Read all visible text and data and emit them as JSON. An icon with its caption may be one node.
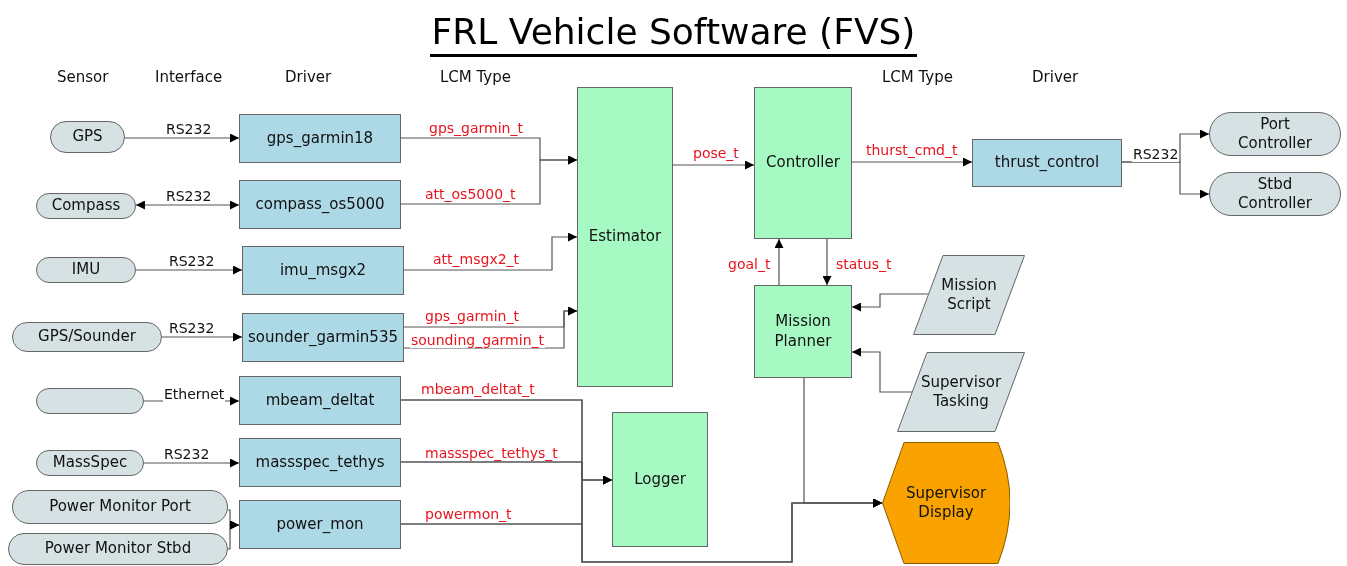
{
  "diagram": {
    "title": "FRL Vehicle Software (FVS)",
    "nodes": [
      {
        "text": [
          "GPS"
        ]
      },
      {
        "text": [
          "Compass"
        ]
      },
      {
        "text": [
          "IMU"
        ]
      },
      {
        "text": [
          "GPS/Sounder"
        ]
      },
      {
        "text": [],
        "shape": "box"
      },
      {
        "text": [
          "MassSpec"
        ]
      },
      {
        "text": [
          "Power Monitor Port"
        ]
      },
      {
        "text": [
          "Power Monitor Stbd"
        ]
      },
      {
        "text": [
          "gps_garmin18"
        ]
      },
      {
        "text": [
          "compass_os5000"
        ]
      },
      {
        "text": [
          "imu_msgx2"
        ]
      },
      {
        "text": [
          "sounder_garmin535"
        ]
      },
      {
        "text": [
          "mbeam_deltat"
        ]
      },
      {
        "text": [
          "massspec_tethys"
        ]
      },
      {
        "text": [
          "power_mon"
        ]
      },
      {
        "text": [
          "Estimator"
        ]
      },
      {
        "text": [
          "Logger"
        ]
      },
      {
        "text": [
          "Controller"
        ]
      },
      {
        "text": [
          "Mission Planner"
        ]
      },
      {
        "text": [
          "thrust_control"
        ]
      },
      {
        "text": [
          "Port Controller"
        ]
      },
      {
        "text": [
          "Stbd Controller"
        ]
      },
      {
        "text": [
          "Mission Script"
        ]
      },
      {
        "text": [
          "Supervisor Tasking"
        ]
      },
      {
        "text": [
          "Supervisor Display"
        ]
      }
    ],
    "edges": [
      {
        "from": 0,
        "to": 8,
        "arrow": "to",
        "label": "RS232"
      },
      {
        "from": 9,
        "to": 1,
        "arrow": "both",
        "label": "RS232"
      },
      {
        "from": 2,
        "to": 10,
        "arrow": "to",
        "label": "RS232"
      },
      {
        "from": 3,
        "to": 11,
        "arrow": "to",
        "label": "RS232"
      },
      {
        "from": 4,
        "to": 12,
        "arrow": "to",
        "label": "Ethernet"
      },
      {
        "from": 5,
        "to": 13,
        "arrow": "to",
        "label": "RS232"
      },
      {
        "from": 6,
        "to": 14,
        "arrow": "to"
      },
      {
        "from": 7,
        "to": 14,
        "arrow": "to"
      },
      {
        "from": 8,
        "to": 15,
        "arrow": "to",
        "label": "gps_garmin_t"
      },
      {
        "from": 9,
        "to": 15,
        "arrow": "to",
        "label": "att_os5000_t"
      },
      {
        "from": 10,
        "to": 15,
        "arrow": "to",
        "label": "att_msgx2_t"
      },
      {
        "from": 11,
        "to": 15,
        "arrow": "to",
        "label": "gps_garmin_t"
      },
      {
        "from": 11,
        "to": 15,
        "arrow": "to",
        "label": "sounding_garmin_t"
      },
      {
        "from": 12,
        "to": 16,
        "arrow": "to",
        "label": "mbeam_deltat_t"
      },
      {
        "from": 13,
        "to": 16,
        "arrow": "to",
        "label": "massspec_tethys_t"
      },
      {
        "from": 14,
        "to": 16,
        "arrow": "to",
        "label": "powermon_t"
      },
      {
        "from": 12,
        "to": 24,
        "arrow": "to"
      },
      {
        "from": 13,
        "to": 24,
        "arrow": "to"
      },
      {
        "from": 14,
        "to": 24,
        "arrow": "to"
      },
      {
        "from": 15,
        "to": 17,
        "arrow": "to",
        "label": "pose_t"
      },
      {
        "from": 17,
        "to": 19,
        "arrow": "to",
        "label": "thurst_cmd_t"
      },
      {
        "from": 19,
        "to": 20,
        "arrow": "to",
        "label": "RS232"
      },
      {
        "from": 19,
        "to": 21,
        "arrow": "to"
      },
      {
        "from": 18,
        "to": 17,
        "arrow": "to",
        "label": "goal_t"
      },
      {
        "from": 17,
        "to": 18,
        "arrow": "to",
        "label": "status_t"
      },
      {
        "from": 22,
        "to": 18,
        "arrow": "to"
      },
      {
        "from": 23,
        "to": 18,
        "arrow": "to"
      },
      {
        "from": 18,
        "to": 24,
        "arrow": "to"
      }
    ],
    "labels": [
      "Sensor",
      "Interface",
      "Driver",
      "LCM Type",
      "LCM Type",
      "Driver"
    ]
  }
}
